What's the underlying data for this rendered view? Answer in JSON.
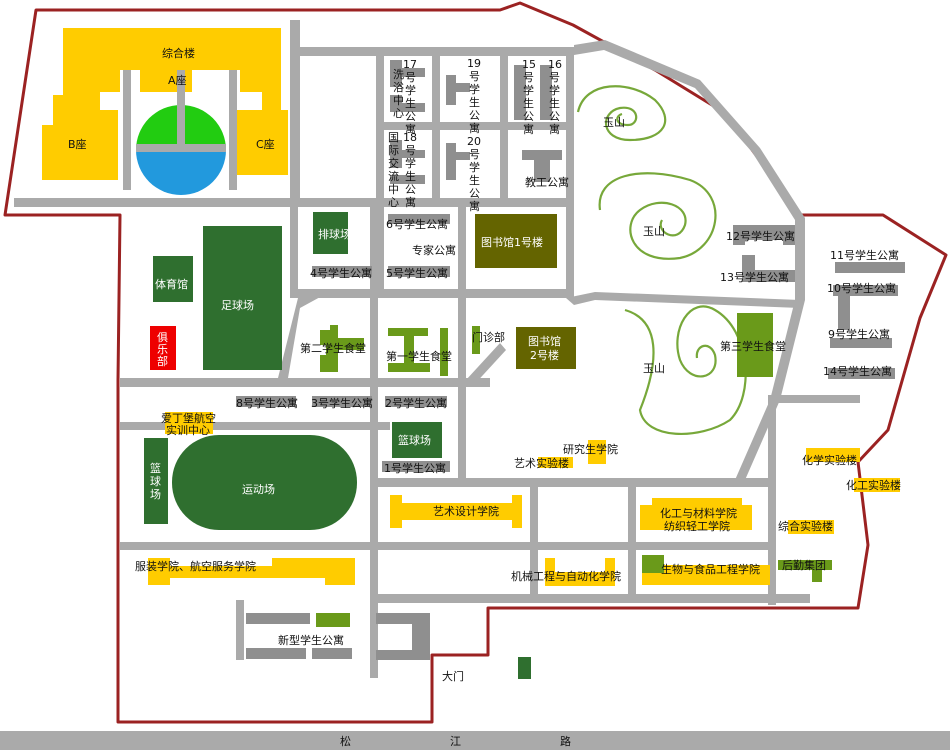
{
  "colors": {
    "boundary": "#9b2222",
    "road": "#aaaaaa",
    "student_dorm": "#8f8f8f",
    "teaching_building": "#ffcc00",
    "sports_field": "#2f6f2f",
    "canteen": "#6a9a1a",
    "library": "#646400",
    "club": "#ee0000",
    "hill": "#77a83a"
  },
  "labels": {
    "zonghe_lou": "综合楼",
    "a_zuo": "A座",
    "b_zuo": "B座",
    "c_zuo": "C座",
    "xiyu_v": "洗浴中心",
    "guoji_v": "国际交流中心",
    "dorm17_v": "17号学生公寓",
    "dorm18_v": "18号学生公寓",
    "dorm19_v": "19号学生公寓",
    "dorm20_v": "20号学生公寓",
    "dorm15_v": "15号学生公寓",
    "dorm16_v": "16号学生公寓",
    "jiaogong": "教工公寓",
    "yushan_1": "玉山",
    "yushan_2": "玉山",
    "yushan_3": "玉山",
    "paiqiu": "排球场",
    "dorm6": "6号学生公寓",
    "zhuanjia": "专家公寓",
    "dorm4": "4号学生公寓",
    "dorm5": "5号学生公寓",
    "library1": "图书馆1号楼",
    "tiyuguan": "体育馆",
    "zuqiu": "足球场",
    "julebu": "俱乐部",
    "canteen2": "第二学生食堂",
    "canteen1": "第一学生食堂",
    "menzhen": "门诊部",
    "library2_l1": "图书馆",
    "library2_l2": "2号楼",
    "canteen3": "第三学生食堂",
    "dorm12": "12号学生公寓",
    "dorm13": "13号学生公寓",
    "dorm11": "11号学生公寓",
    "dorm10": "10号学生公寓",
    "dorm9": "9号学生公寓",
    "dorm14": "14号学生公寓",
    "dorm8": "8号学生公寓",
    "dorm3": "3号学生公寓",
    "dorm2": "2号学生公寓",
    "dorm1": "1号学生公寓",
    "lanqiu_small": "篮球场",
    "aidingbao_l1": "爱丁堡航空",
    "aidingbao_l2": "实训中心",
    "lanqiu_big_v": "篮球场",
    "yundongchang": "运动场",
    "yanjiusheng": "研究生学院",
    "yishu_shiyan": "艺术实验楼",
    "huaxue_shiyan": "化学实验楼",
    "huagong_shiyan": "化工实验楼",
    "yishu_sheji": "艺术设计学院",
    "huagong_cailiao": "化工与材料学院",
    "fangzhi": "纺织轻工学院",
    "zonghe_shiyan": "综合实验楼",
    "fuzhuang": "服装学院、航空服务学院",
    "jixie": "机械工程与自动化学院",
    "shengwu": "生物与食品工程学院",
    "houqin": "后勤集团",
    "xinxing": "新型学生公寓",
    "damen": "大门",
    "songjiang_1": "松",
    "songjiang_2": "江",
    "songjiang_3": "路"
  }
}
